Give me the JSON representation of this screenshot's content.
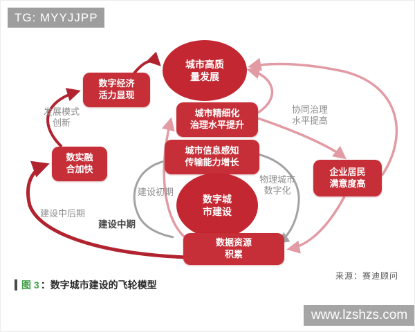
{
  "banner": {
    "text": "TG: MYYJJPP"
  },
  "watermark": {
    "text": "www.lzshzs.com"
  },
  "caption": {
    "figure_label": "图 3",
    "separator": "：",
    "title": "数字城市建设的飞轮模型"
  },
  "source": {
    "text": "来源：赛迪顾问"
  },
  "colors": {
    "node_red": "#c62f38",
    "center_ellipse_red": "#c32731",
    "dark_red_arrow": "#b1242f",
    "pink_arrow": "#e29ba4",
    "gray_arrow": "#a2a2a2",
    "gray_label": "#8c8c8c",
    "caption_green": "#3f9e45",
    "banner_gray": "#9e9e9e"
  },
  "diagram": {
    "nodes": [
      {
        "id": "city-high-quality-development",
        "shape": "ellipse",
        "line1": "城市高质",
        "line2": "量发展"
      },
      {
        "id": "digital-economy-vitality",
        "shape": "box",
        "line1": "数字经济",
        "line2": "活力显现"
      },
      {
        "id": "digital-real-integration",
        "shape": "box",
        "line1": "数实融",
        "line2": "合加快"
      },
      {
        "id": "refined-governance-improve",
        "shape": "box",
        "line1": "城市精细化",
        "line2": "治理水平提升"
      },
      {
        "id": "info-sensing-transmission-growth",
        "shape": "box",
        "line1": "城市信息感知",
        "line2": "传输能力增长"
      },
      {
        "id": "digital-city-construction",
        "shape": "ellipse",
        "line1": "数字城",
        "line2": "市建设"
      },
      {
        "id": "enterprise-resident-satisfaction",
        "shape": "box",
        "line1": "企业居民",
        "line2": "满意度高"
      },
      {
        "id": "data-resource-accumulation",
        "shape": "box",
        "line1": "数据资源",
        "line2": "积累"
      }
    ],
    "labels": [
      {
        "id": "development-mode-innovation",
        "line1": "发展模式",
        "line2": "创新"
      },
      {
        "id": "collaborative-governance-improve",
        "line1": "协同治理",
        "line2": "水平提高"
      },
      {
        "id": "physical-city-digitalization",
        "line1": "物理城市",
        "line2": "数字化"
      },
      {
        "id": "construction-early-stage",
        "line1": "建设初期",
        "line2": ""
      },
      {
        "id": "construction-mid-late-stage",
        "line1": "建设中后期",
        "line2": ""
      },
      {
        "id": "construction-mid-stage",
        "line1": "建设中期",
        "line2": ""
      }
    ]
  }
}
